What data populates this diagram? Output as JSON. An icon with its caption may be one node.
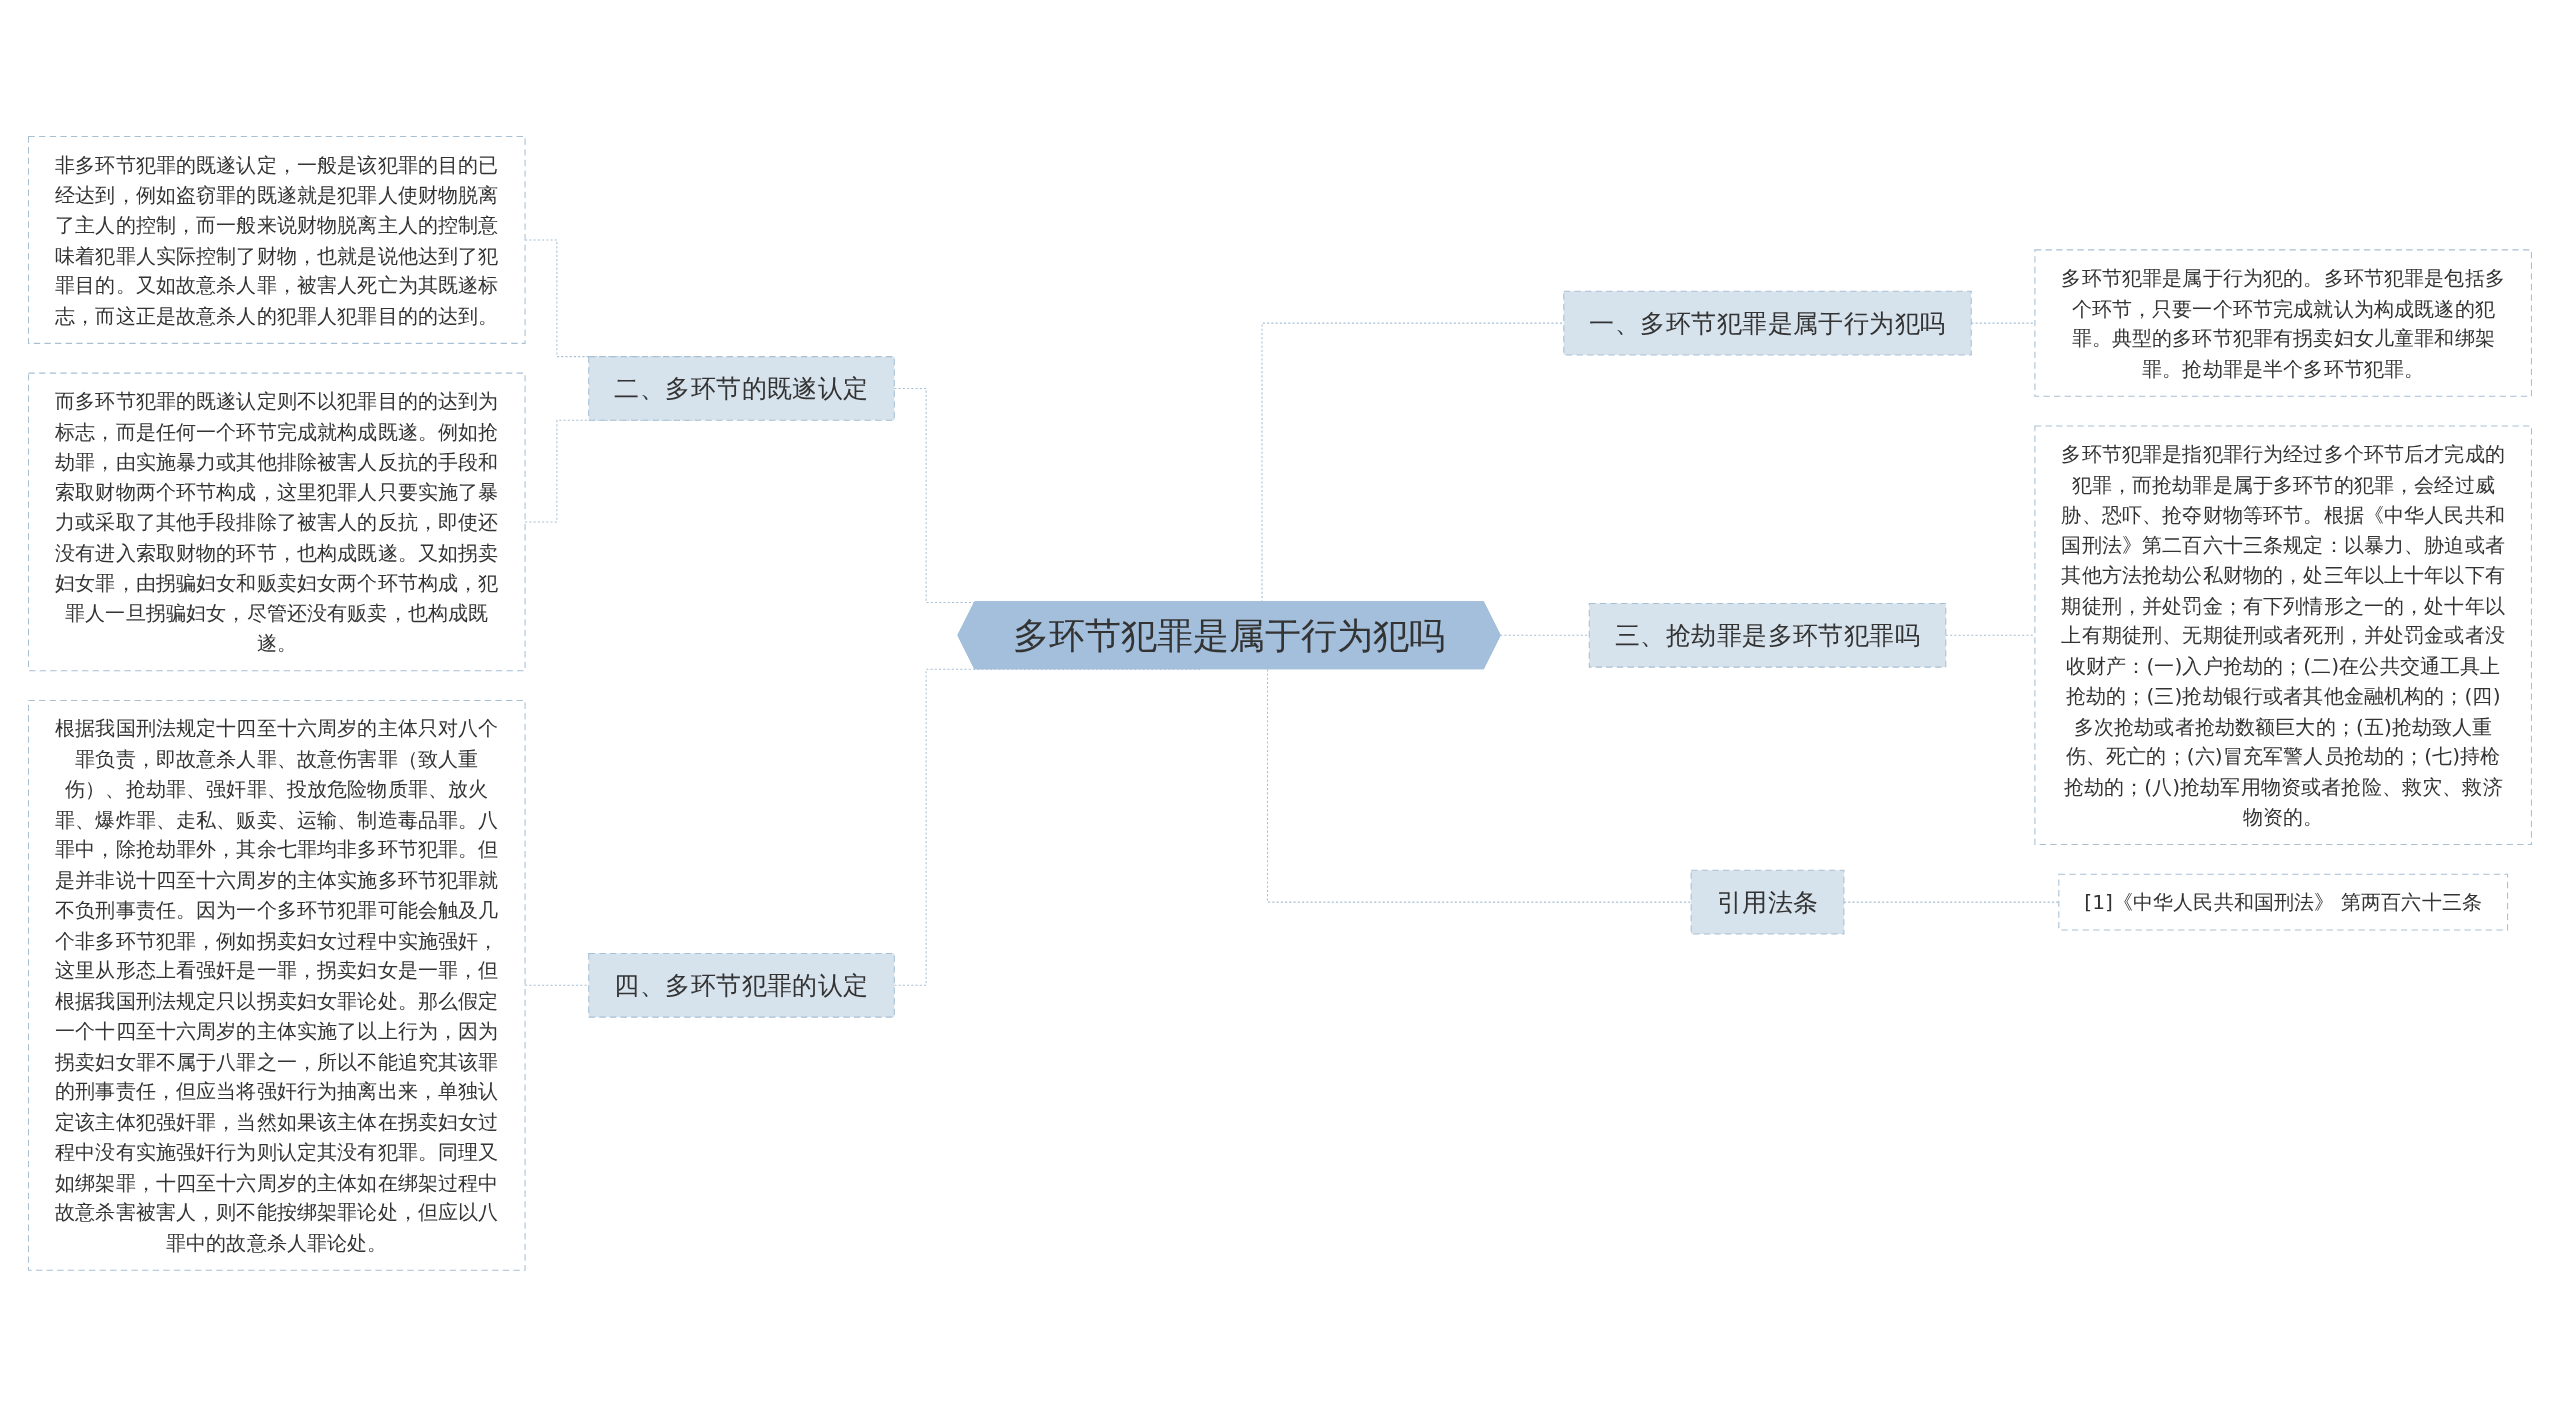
{
  "diagram": {
    "nodes": [
      {
        "text": [
          "多环节犯罪是属于行为犯吗"
        ]
      },
      {
        "text": [
          "二、多环节的既遂认定"
        ]
      },
      {
        "text": [
          "非多环节犯罪的既遂认定，一般是该犯罪的目的已经达到，例如盗窃罪的既遂就是犯罪人使财物脱离了主人的控制，而一般来说财物脱离主人的控制意味着犯罪人实际控制了财物，也就是说他达到了犯罪目的。又如故意杀人罪，被害人死亡为其既遂标志，而这正是故意杀人的犯罪人犯罪目的的达到。"
        ]
      },
      {
        "text": [
          "而多环节犯罪的既遂认定则不以犯罪目的的达到为标志，而是任何一个环节完成就构成既遂。例如抢劫罪，由实施暴力或其他排除被害人反抗的手段和索取财物两个环节构成，这里犯罪人只要实施了暴力或采取了其他手段排除了被害人的反抗，即使还没有进入索取财物的环节，也构成既遂。又如拐卖妇女罪，由拐骗妇女和贩卖妇女两个环节构成，犯罪人一旦拐骗妇女，尽管还没有贩卖，也构成既遂。"
        ]
      },
      {
        "text": [
          "四、多环节犯罪的认定"
        ]
      },
      {
        "text": [
          "根据我国刑法规定十四至十六周岁的主体只对八个罪负责，即故意杀人罪、故意伤害罪（致人重伤）、抢劫罪、强奸罪、投放危险物质罪、放火罪、爆炸罪、走私、贩卖、运输、制造毒品罪。八罪中，除抢劫罪外，其余七罪均非多环节犯罪。但是并非说十四至十六周岁的主体实施多环节犯罪就不负刑事责任。因为一个多环节犯罪可能会触及几个非多环节犯罪，例如拐卖妇女过程中实施强奸，这里从形态上看强奸是一罪，拐卖妇女是一罪，但根据我国刑法规定只以拐卖妇女罪论处。那么假定一个十四至十六周岁的主体实施了以上行为，因为拐卖妇女罪不属于八罪之一，所以不能追究其该罪的刑事责任，但应当将强奸行为抽离出来，单独认定该主体犯强奸罪，当然如果该主体在拐卖妇女过程中没有实施强奸行为则认定其没有犯罪。同理又如绑架罪，十四至十六周岁的主体如在绑架过程中故意杀害被害人，则不能按绑架罪论处，但应以八罪中的故意杀人罪论处。"
        ]
      },
      {
        "text": [
          "一、多环节犯罪是属于行为犯吗"
        ]
      },
      {
        "text": [
          "多环节犯罪是属于行为犯的。多环节犯罪是包括多个环节，只要一个环节完成就认为构成既遂的犯罪。典型的多环节犯罪有拐卖妇女儿童罪和绑架罪。抢劫罪是半个多环节犯罪。"
        ]
      },
      {
        "text": [
          "三、抢劫罪是多环节犯罪吗"
        ]
      },
      {
        "text": [
          "多环节犯罪是指犯罪行为经过多个环节后才完成的犯罪，而抢劫罪是属于多环节的犯罪，会经过威胁、恐吓、抢夺财物等环节。根据《中华人民共和国刑法》第二百六十三条规定：以暴力、胁迫或者其他方法抢劫公私财物的，处三年以上十年以下有期徒刑，并处罚金；有下列情形之一的，处十年以上有期徒刑、无期徒刑或者死刑，并处罚金或者没收财产：(一)入户抢劫的；(二)在公共交通工具上抢劫的；(三)抢劫银行或者其他金融机构的；(四)多次抢劫或者抢劫数额巨大的；(五)抢劫致人重伤、死亡的；(六)冒充军警人员抢劫的；(七)持枪抢劫的；(八)抢劫军用物资或者抢险、救灾、救济物资的。"
        ]
      },
      {
        "text": [
          "引用法条"
        ]
      },
      {
        "text": [
          "[1]《中华人民共和国刑法》 第两百六十三条"
        ]
      }
    ],
    "edges": [
      {
        "from": 0,
        "to": 1,
        "arrow": "none",
        "style": "dashed"
      },
      {
        "from": 1,
        "to": 2,
        "arrow": "none",
        "style": "dashed"
      },
      {
        "from": 1,
        "to": 3,
        "arrow": "none",
        "style": "dashed"
      },
      {
        "from": 0,
        "to": 4,
        "arrow": "none",
        "style": "dashed"
      },
      {
        "from": 4,
        "to": 5,
        "arrow": "none",
        "style": "dashed"
      },
      {
        "from": 0,
        "to": 6,
        "arrow": "none",
        "style": "dashed"
      },
      {
        "from": 6,
        "to": 7,
        "arrow": "none",
        "style": "dashed"
      },
      {
        "from": 0,
        "to": 8,
        "arrow": "none",
        "style": "dashed"
      },
      {
        "from": 8,
        "to": 9,
        "arrow": "none",
        "style": "dashed"
      },
      {
        "from": 0,
        "to": 10,
        "arrow": "none",
        "style": "dashed"
      },
      {
        "from": 10,
        "to": 11,
        "arrow": "none",
        "style": "dashed"
      }
    ]
  }
}
